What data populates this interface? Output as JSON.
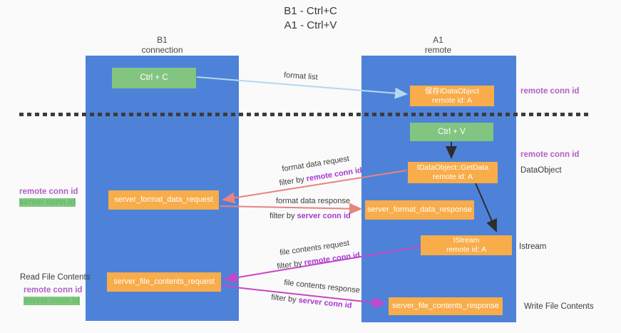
{
  "title": {
    "line1": "B1 - Ctrl+C",
    "line2": "A1 - Ctrl+V"
  },
  "lanes": {
    "left": {
      "name": "B1",
      "role": "connection"
    },
    "right": {
      "name": "A1",
      "role": "remote"
    }
  },
  "nodes": {
    "ctrl_c": "Ctrl + C",
    "ctrl_v": "Ctrl + V",
    "save_idataobject": {
      "line1": "保存IDataObject",
      "line2": "remote id: A"
    },
    "getdata": {
      "line1": "IDataObject::GetData",
      "line2": "remote id: A"
    },
    "istream": {
      "line1": "IStream",
      "line2": "remote id: A"
    },
    "server_format_data_request": "server_format_data_request",
    "server_format_data_response": "server_format_data_response",
    "server_file_contents_request": "server_file_contents_request",
    "server_file_contents_response": "server_file_contents_response"
  },
  "edge_labels": {
    "format_list": "format list",
    "format_data_request": "format data request",
    "format_data_response": "format data response",
    "file_contents_request": "file contents request",
    "file_contents_response": "file contents response",
    "filter_by": "filter by"
  },
  "side_labels": {
    "remote_conn_id": "remote conn id",
    "server_conn_id": "server conn id",
    "dataobject": "DataObject",
    "istream": "Istream",
    "read_file_contents": "Read File Contents",
    "write_file_contents": "Write File Contents"
  },
  "colors": {
    "lane_blue": "#4e82d8",
    "action_green": "#82c580",
    "node_orange": "#f8ac4a",
    "remote_conn_id_text": "#b25ec7",
    "server_conn_id_text": "#66bd68",
    "filter_highlight": "#a638d0",
    "arrow_blue": "#b3d9f2",
    "arrow_red": "#e8837e",
    "arrow_magenta": "#ca44c8",
    "arrow_black": "#2d2d2d"
  }
}
